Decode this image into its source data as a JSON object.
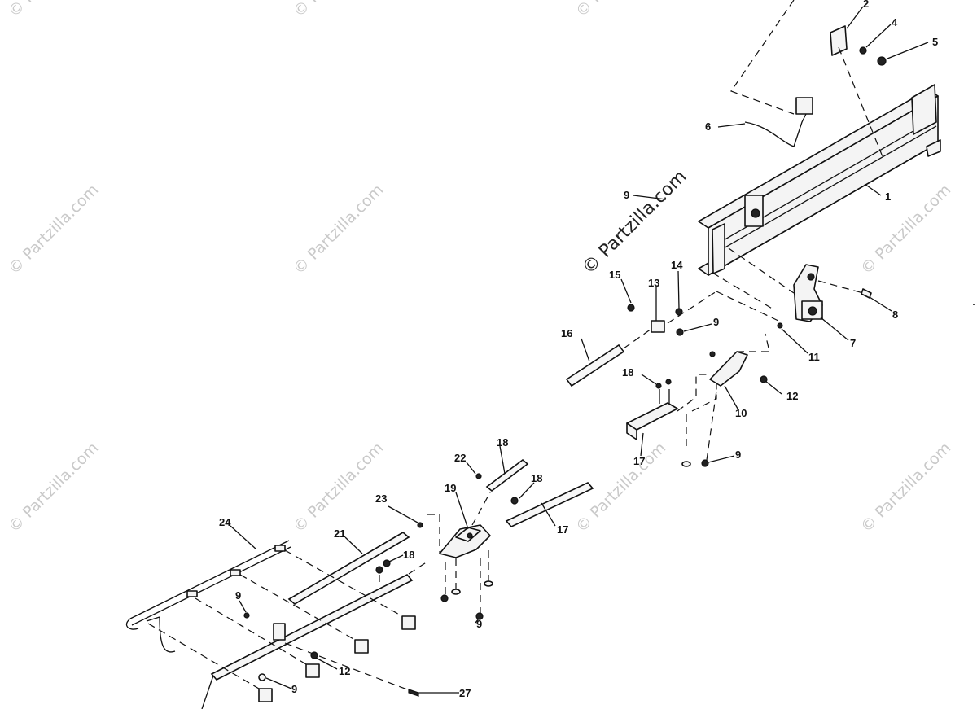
{
  "watermark": {
    "text": "© Partzilla.com"
  },
  "callouts": [
    {
      "id": "c2",
      "label": "2"
    },
    {
      "id": "c4",
      "label": "4"
    },
    {
      "id": "c5",
      "label": "5"
    },
    {
      "id": "c6",
      "label": "6"
    },
    {
      "id": "c1",
      "label": "1"
    },
    {
      "id": "c9a",
      "label": "9"
    },
    {
      "id": "c14",
      "label": "14"
    },
    {
      "id": "c13",
      "label": "13"
    },
    {
      "id": "c15",
      "label": "15"
    },
    {
      "id": "c8",
      "label": "8"
    },
    {
      "id": "c7",
      "label": "7"
    },
    {
      "id": "c11",
      "label": "11"
    },
    {
      "id": "c9b",
      "label": "9"
    },
    {
      "id": "c16",
      "label": "16"
    },
    {
      "id": "c18a",
      "label": "18"
    },
    {
      "id": "c12a",
      "label": "12"
    },
    {
      "id": "c10",
      "label": "10"
    },
    {
      "id": "c17a",
      "label": "17"
    },
    {
      "id": "c9c",
      "label": "9"
    },
    {
      "id": "c18b",
      "label": "18"
    },
    {
      "id": "c22",
      "label": "22"
    },
    {
      "id": "c18c",
      "label": "18"
    },
    {
      "id": "c19",
      "label": "19"
    },
    {
      "id": "c23",
      "label": "23"
    },
    {
      "id": "c17b",
      "label": "17"
    },
    {
      "id": "c24",
      "label": "24"
    },
    {
      "id": "c21",
      "label": "21"
    },
    {
      "id": "c18d",
      "label": "18"
    },
    {
      "id": "c9d",
      "label": "9"
    },
    {
      "id": "c9e",
      "label": "9"
    },
    {
      "id": "c12b",
      "label": "12"
    },
    {
      "id": "c9f",
      "label": "9"
    },
    {
      "id": "c27",
      "label": "27"
    }
  ]
}
